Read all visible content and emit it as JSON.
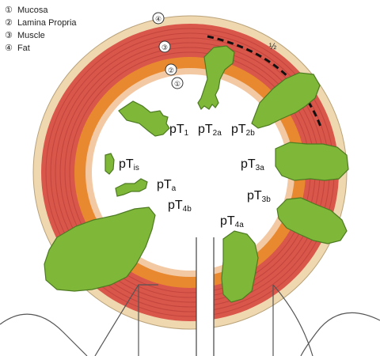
{
  "legend": [
    {
      "symbol": "①",
      "label": "Mucosa"
    },
    {
      "symbol": "②",
      "label": "Lamina Propria"
    },
    {
      "symbol": "③",
      "label": "Muscle"
    },
    {
      "symbol": "④",
      "label": "Fat"
    }
  ],
  "layer_markers": [
    "④",
    "③",
    "②",
    "①"
  ],
  "half_marker": "½",
  "stages": [
    {
      "base": "pT",
      "sub": "1"
    },
    {
      "base": "pT",
      "sub": "2a"
    },
    {
      "base": "pT",
      "sub": "2b"
    },
    {
      "base": "pT",
      "sub": "is"
    },
    {
      "base": "pT",
      "sub": "a"
    },
    {
      "base": "pT",
      "sub": "4b"
    },
    {
      "base": "pT",
      "sub": "3a"
    },
    {
      "base": "pT",
      "sub": "3b"
    },
    {
      "base": "pT",
      "sub": "4a"
    }
  ],
  "colors": {
    "fat": "#efd8b0",
    "muscle": "#d9564b",
    "muscle_stripe": "#b93d36",
    "lamina": "#e8892f",
    "mucosa": "#f3c9a4",
    "tumor": "#7fb839",
    "tumor_dark": "#4d7a22",
    "outline": "#333333"
  }
}
